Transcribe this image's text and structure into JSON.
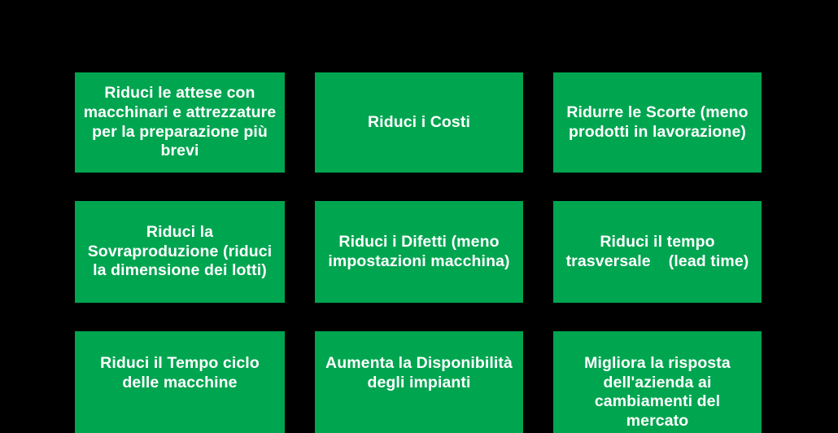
{
  "slide": {
    "background_color": "#000000",
    "box_color": "#00A550",
    "text_color": "#FFFFFF",
    "layout": "3x3-grid"
  },
  "boxes": [
    {
      "id": "reduce-setup-times",
      "label": "Riduci le attese con macchinari e attrezzature per la preparazione più brevi"
    },
    {
      "id": "reduce-costs",
      "label": "Riduci i Costi"
    },
    {
      "id": "reduce-inventory",
      "label": "Ridurre le Scorte (meno prodotti in lavorazione)"
    },
    {
      "id": "reduce-overproduction",
      "label": "Riduci la Sovraproduzione (riduci la dimensione dei lotti)"
    },
    {
      "id": "reduce-defects",
      "label": "Riduci i Difetti (meno impostazioni macchina)"
    },
    {
      "id": "reduce-lead-time",
      "label": "Riduci il tempo trasversale    (lead time)"
    },
    {
      "id": "reduce-machine-cycle-time",
      "label": "Riduci il Tempo ciclo delle macchine"
    },
    {
      "id": "increase-availability",
      "label": "Aumenta la Disponibilità degli impianti"
    },
    {
      "id": "improve-market-response",
      "label": "Migliora la risposta dell'azienda ai cambiamenti del mercato"
    }
  ]
}
